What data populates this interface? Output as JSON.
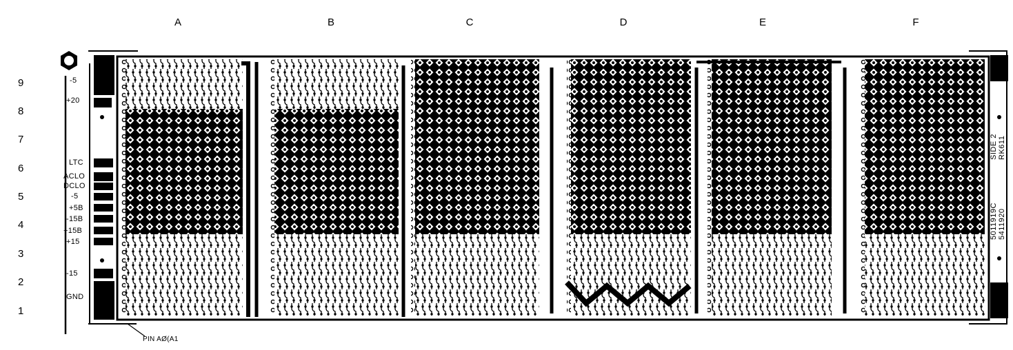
{
  "columns": [
    "A",
    "B",
    "C",
    "D",
    "E",
    "F"
  ],
  "rows": [
    "9",
    "8",
    "7",
    "6",
    "5",
    "4",
    "3",
    "2",
    "1"
  ],
  "pins": {
    "m5": "-5",
    "p20": "+20",
    "ltc": "LTC",
    "aclo": "ACLO",
    "dclo": "DCLO",
    "m5b": "-5",
    "p5b": "+5B",
    "m15b": "-15B",
    "p15b": "+15B",
    "p15": "+15",
    "m15": "-15",
    "gnd": "GND"
  },
  "pin_a0": "PIN AØ(A1",
  "board_side": "SIDE 2",
  "board_name": "RK611",
  "part_number_1": "5011919C",
  "part_number_2": "5411920"
}
